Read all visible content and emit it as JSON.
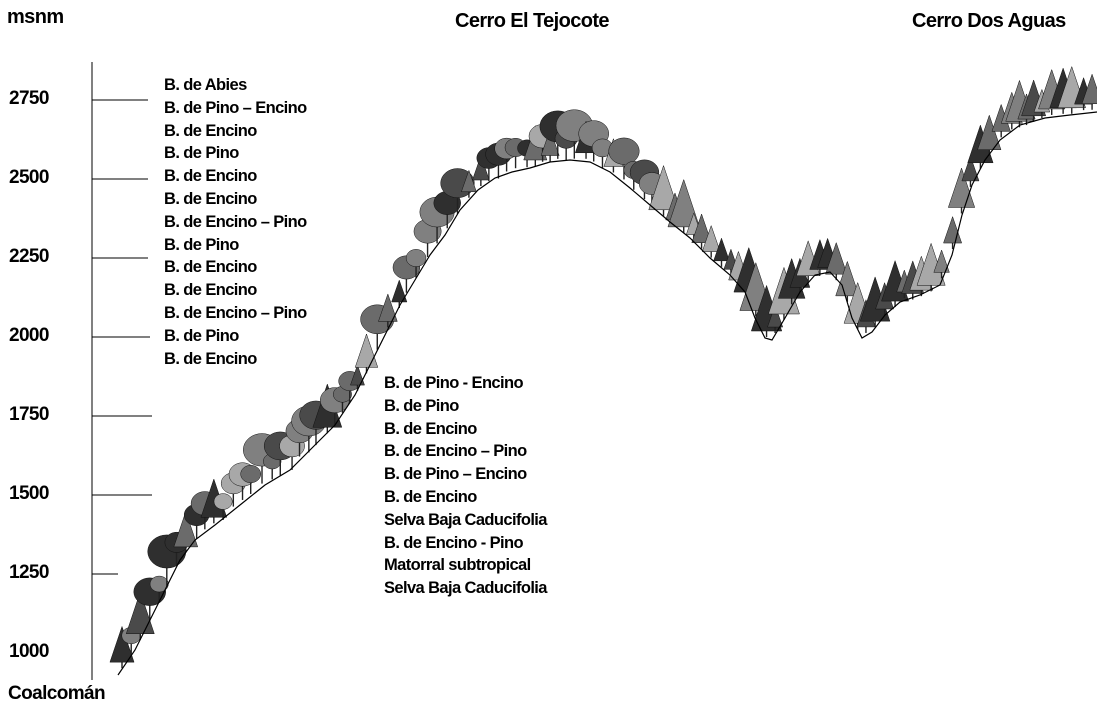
{
  "unit_label": "msnm",
  "peaks": [
    "Cerro El Tejocote",
    "Cerro Dos Aguas"
  ],
  "origin_label": "Coalcomán",
  "elevation_ticks": [
    {
      "label": "2750",
      "value": 2750
    },
    {
      "label": "2500",
      "value": 2500
    },
    {
      "label": "2250",
      "value": 2250
    },
    {
      "label": "2000",
      "value": 2000
    },
    {
      "label": "1750",
      "value": 1750
    },
    {
      "label": "1500",
      "value": 1500
    },
    {
      "label": "1250",
      "value": 1250
    },
    {
      "label": "1000",
      "value": 1000
    }
  ],
  "vegetation_upper": [
    "B. de Abies",
    "B. de Pino – Encino",
    "B. de Encino",
    "B. de Pino",
    "B. de Encino",
    "B. de Encino",
    "B. de Encino – Pino",
    "B. de Pino",
    "B. de Encino",
    "B. de Encino",
    "B. de Encino – Pino",
    "B. de Pino",
    "B. de Encino"
  ],
  "vegetation_lower": [
    "B. de Pino - Encino",
    "B. de Pino",
    "B. de Encino",
    "B. de Encino – Pino",
    "B. de Pino – Encino",
    "B. de Encino",
    "Selva Baja Caducifolia",
    "B. de Encino - Pino",
    "Matorral subtropical",
    "Selva Baja Caducifolia"
  ],
  "colors": {
    "ink": "#000000",
    "tree_dark": "#2f2f2f",
    "tree_mid": "#6b6b6b",
    "tree_light": "#a8a8a8"
  }
}
